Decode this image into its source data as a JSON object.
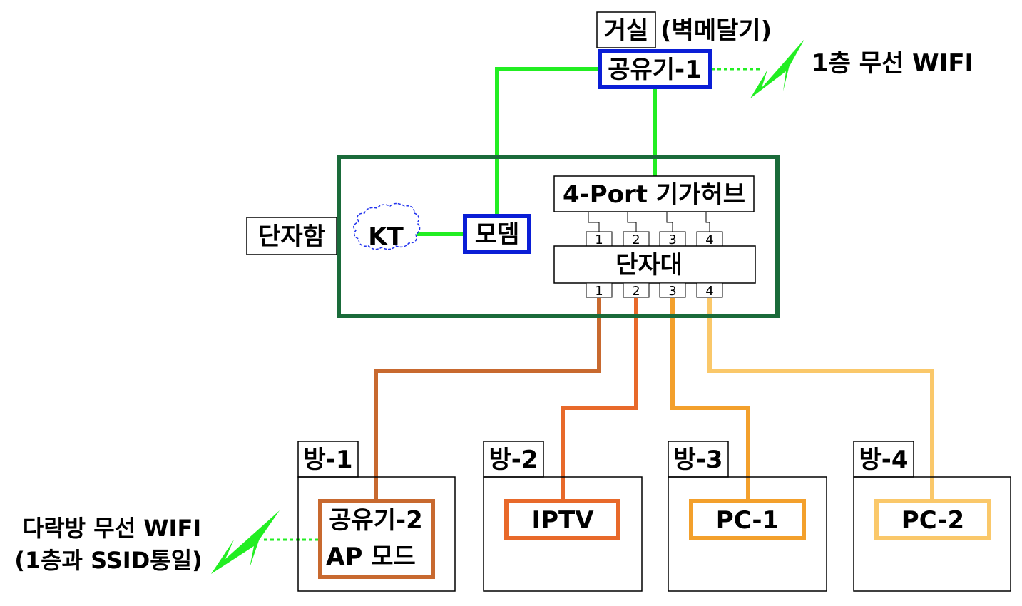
{
  "colors": {
    "wifi_green": "#22ee22",
    "cabinet_green": "#1a6b3a",
    "router_blue": "#0a1ed6",
    "kt_cloud_blue": "#2233ee",
    "port1_line": "#c8692f",
    "port2_line": "#e8692a",
    "port3_line": "#f3a02c",
    "port4_line": "#fac86a"
  },
  "living_room": {
    "label": "거실",
    "mount_note": "(벽메달기)",
    "router1": "공유기-1",
    "wifi_label": "1층 무선 WIFI",
    "icon": "lightning-bolt-icon"
  },
  "cabinet": {
    "label": "단자함",
    "kt": "KT",
    "kt_icon": "cloud-icon",
    "modem": "모뎀",
    "hub": "4-Port 기가허브",
    "hub_ports": [
      "1",
      "2",
      "3",
      "4"
    ],
    "patch_panel": "단자대",
    "panel_ports": [
      "1",
      "2",
      "3",
      "4"
    ]
  },
  "rooms": [
    {
      "tab": "방-1",
      "device": [
        "공유기-2",
        "AP 모드"
      ]
    },
    {
      "tab": "방-2",
      "device": [
        "IPTV"
      ]
    },
    {
      "tab": "방-3",
      "device": [
        "PC-1"
      ]
    },
    {
      "tab": "방-4",
      "device": [
        "PC-2"
      ]
    }
  ],
  "attic_wifi": {
    "line1": "다락방 무선 WIFI",
    "line2": "(1층과 SSID통일)",
    "icon": "lightning-bolt-icon"
  }
}
